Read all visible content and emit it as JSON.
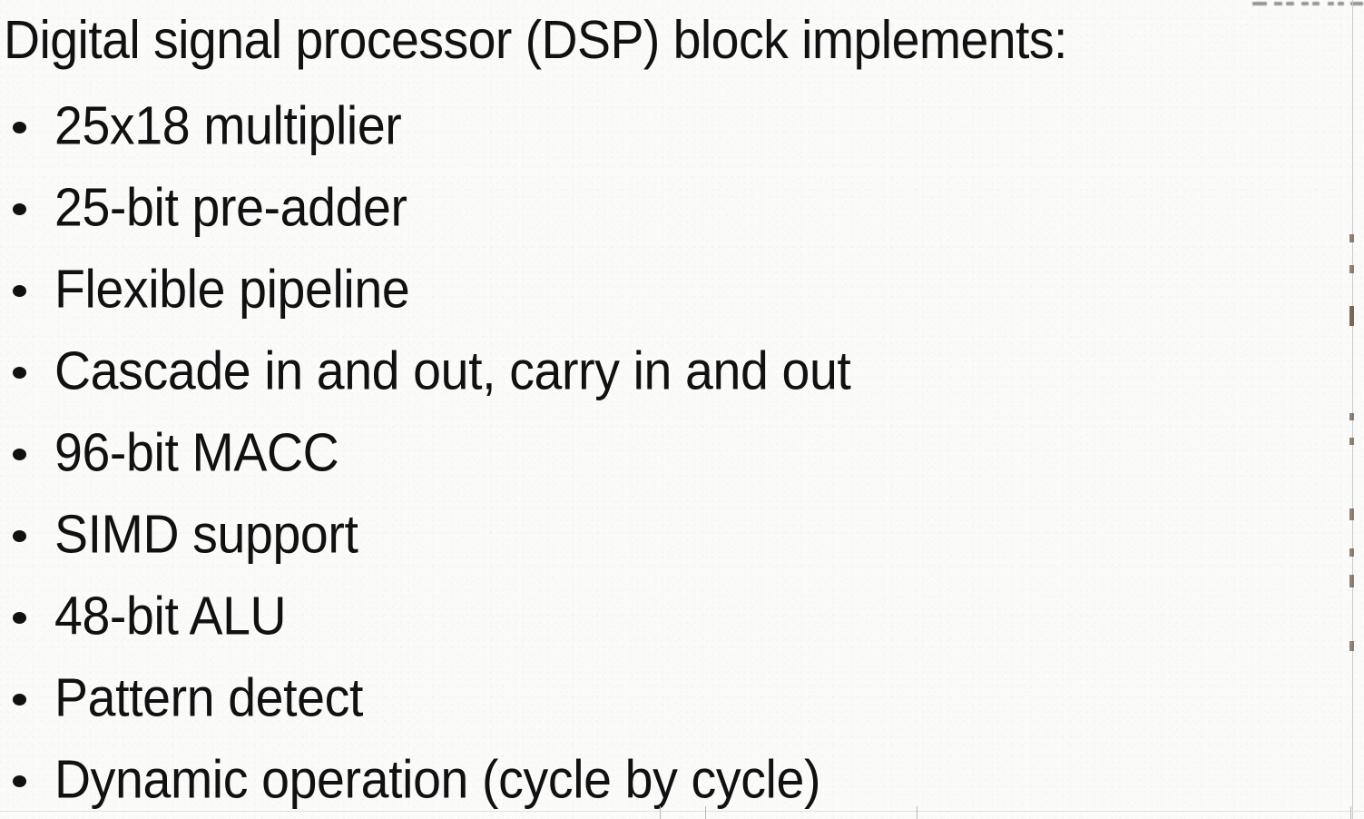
{
  "slide": {
    "background_color": "#fbfbfa",
    "text_color": "#111111",
    "heading": "Digital signal processor (DSP) block implements:",
    "bullet_glyph": "•",
    "bullets": [
      {
        "text": "25x18 multiplier"
      },
      {
        "text": "25-bit pre-adder"
      },
      {
        "text": "Flexible pipeline"
      },
      {
        "text": "Cascade in and out, carry in and out"
      },
      {
        "text": "96-bit MACC"
      },
      {
        "text": "SIMD support"
      },
      {
        "text": "48-bit ALU"
      },
      {
        "text": "Pattern detect"
      },
      {
        "text": "Dynamic operation (cycle by cycle)"
      }
    ]
  },
  "edge_artifacts": {
    "top_sliver_label": "cropped-text-remnant",
    "right_rule_color": "#c9c9c9",
    "bottom_rule_color": "#e3e3e3"
  }
}
